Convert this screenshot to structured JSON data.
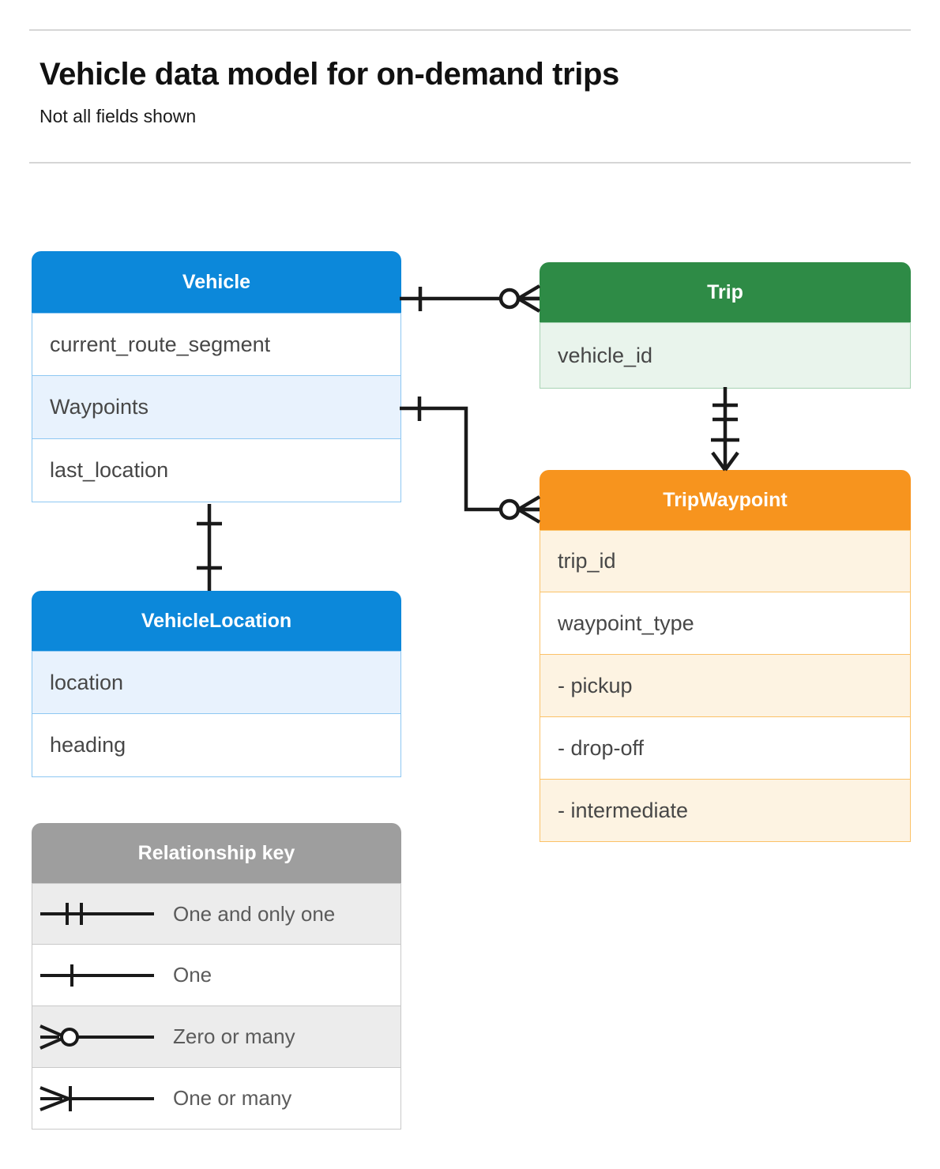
{
  "header": {
    "title": "Vehicle data model for on-demand trips",
    "subtitle": "Not all fields shown"
  },
  "entities": [
    {
      "key": "vehicle",
      "name": "Vehicle",
      "color": "#0c88da",
      "fields": [
        "current_route_segment",
        "Waypoints",
        "last_location"
      ]
    },
    {
      "key": "trip",
      "name": "Trip",
      "color": "#2e8b46",
      "fields": [
        "vehicle_id"
      ]
    },
    {
      "key": "tripwaypoint",
      "name": "TripWaypoint",
      "color": "#f7941e",
      "fields": [
        "trip_id",
        "waypoint_type",
        "-  pickup",
        "-  drop-off",
        "-  intermediate"
      ]
    },
    {
      "key": "vehiclelocation",
      "name": "VehicleLocation",
      "color": "#0c88da",
      "fields": [
        "location",
        "heading"
      ]
    }
  ],
  "legend": {
    "title": "Relationship key",
    "items": [
      {
        "symbol": "one-and-only-one",
        "label": "One and only one"
      },
      {
        "symbol": "one",
        "label": "One"
      },
      {
        "symbol": "zero-or-many",
        "label": "Zero or many"
      },
      {
        "symbol": "one-or-many",
        "label": "One or many"
      }
    ]
  },
  "relationships": [
    {
      "from": "Vehicle",
      "to": "Trip",
      "from_cardinality": "One",
      "to_cardinality": "Zero or many"
    },
    {
      "from": "Vehicle.Waypoints",
      "to": "TripWaypoint",
      "from_cardinality": "One",
      "to_cardinality": "Zero or many"
    },
    {
      "from": "Trip",
      "to": "TripWaypoint",
      "from_cardinality": "One and only one",
      "to_cardinality": "One or many"
    },
    {
      "from": "Vehicle",
      "to": "VehicleLocation",
      "from_cardinality": "One",
      "to_cardinality": "One"
    }
  ],
  "colors": {
    "blue": "#0c88da",
    "green": "#2e8b46",
    "orange": "#f7941e",
    "gray": "#9e9e9e",
    "line": "#1a1a1a",
    "rule": "#d6d6d6"
  }
}
